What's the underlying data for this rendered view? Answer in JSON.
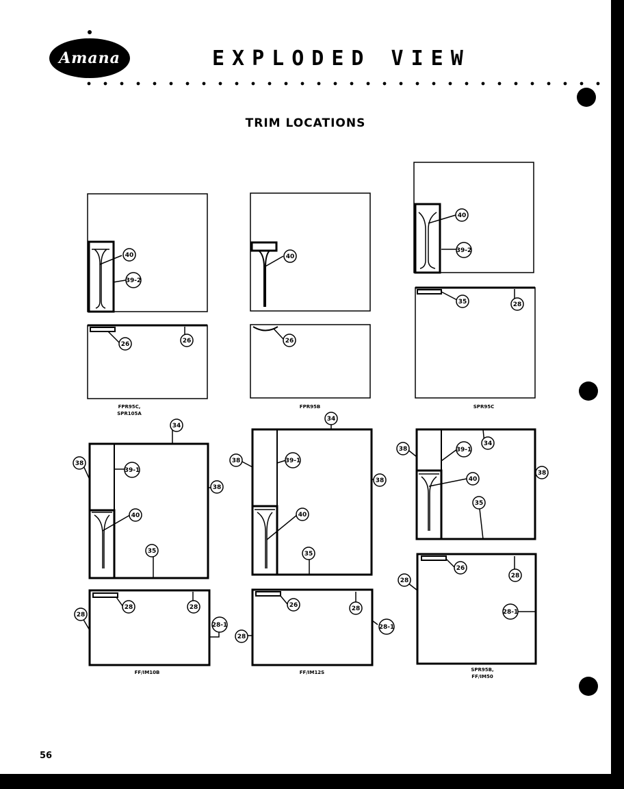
{
  "header": {
    "logo_text": "Amana",
    "title": "EXPLODED VIEW",
    "subtitle": "TRIM LOCATIONS"
  },
  "footer": {
    "page_number": "56"
  },
  "colors": {
    "ink": "#000000",
    "paper": "#ffffff"
  },
  "captions": [
    "FPR95C,",
    "SPR105A",
    "FPR95B",
    "SPR95C",
    "FF/IM10B",
    "FF/IM12S",
    "SPR95B,",
    "FF/IM50"
  ],
  "callouts": [
    "40",
    "39-2",
    "26",
    "28",
    "34",
    "38",
    "39-1",
    "35",
    "28-1"
  ]
}
